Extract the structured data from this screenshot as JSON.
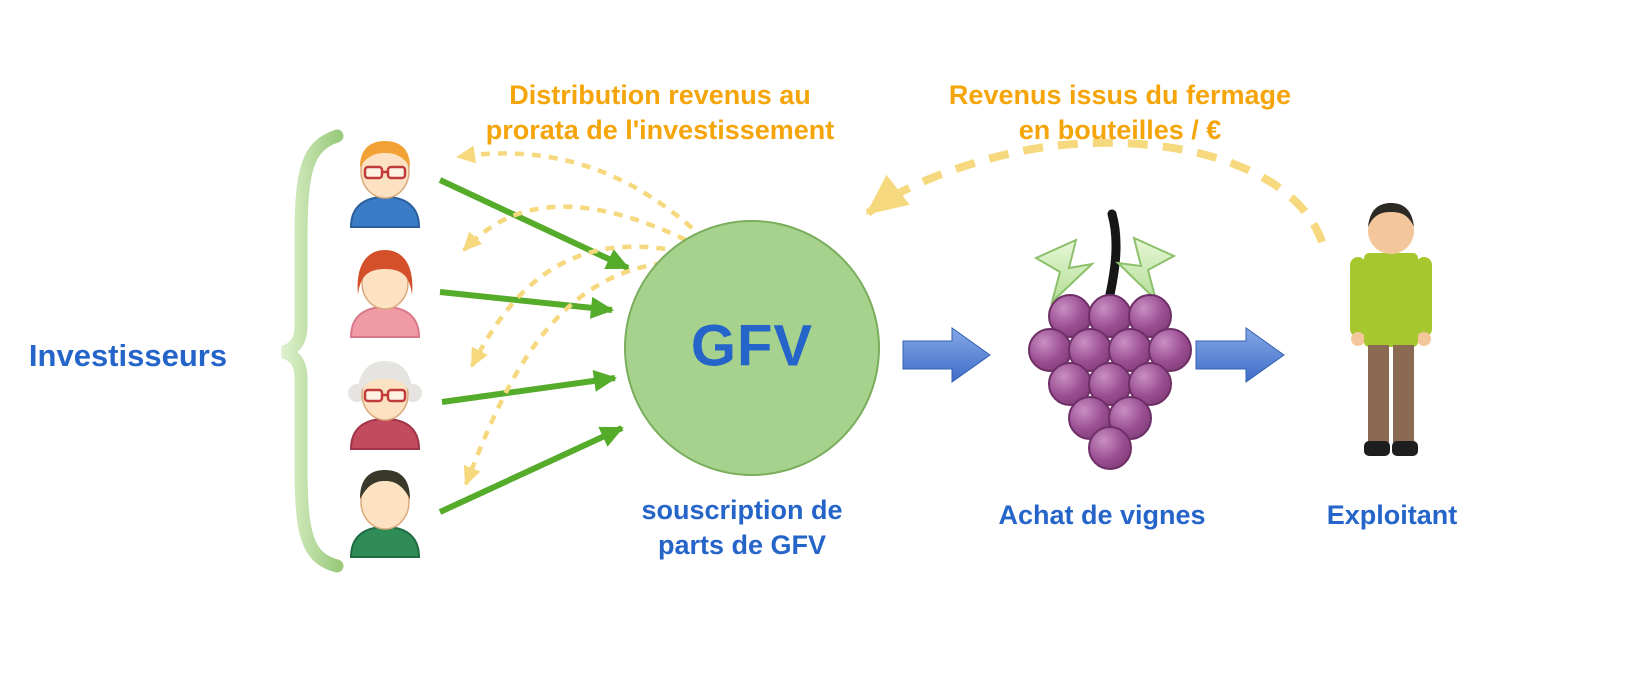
{
  "labels": {
    "investors": "Investisseurs",
    "gfv": "GFV",
    "distribution_note": "Distribution revenus au\nprorata de l'investissement",
    "revenue_note": "Revenus issus du fermage\nen bouteilles / €",
    "subscription_note": "souscription de\nparts de GFV",
    "vines_purchase": "Achat de vignes",
    "operator": "Exploitant"
  },
  "colors": {
    "blue_text": "#2565C9",
    "orange_text": "#F5A50A",
    "green_arrow": "#55AB2A",
    "yellow_dashed_arrow": "#F6D97E",
    "gfv_circle_fill": "#A7D28E",
    "gfv_circle_border": "#7AAD5C",
    "blue_arrow_dark": "#3E6CC8",
    "blue_arrow_light": "#85A9E6",
    "brace_green": "#B9DCA0",
    "grape_purple": "#9A4E92",
    "shirt_green": "#A6C82E",
    "pants_brown": "#8A6A52"
  },
  "icons": {
    "brace": "curly-brace-icon",
    "investor_avatars": [
      "investor-man-glasses-icon",
      "investor-woman-redhair-icon",
      "investor-elderly-woman-icon",
      "investor-man-darkhair-icon"
    ],
    "grapes": "grape-bunch-icon",
    "operator": "farmer-icon"
  }
}
